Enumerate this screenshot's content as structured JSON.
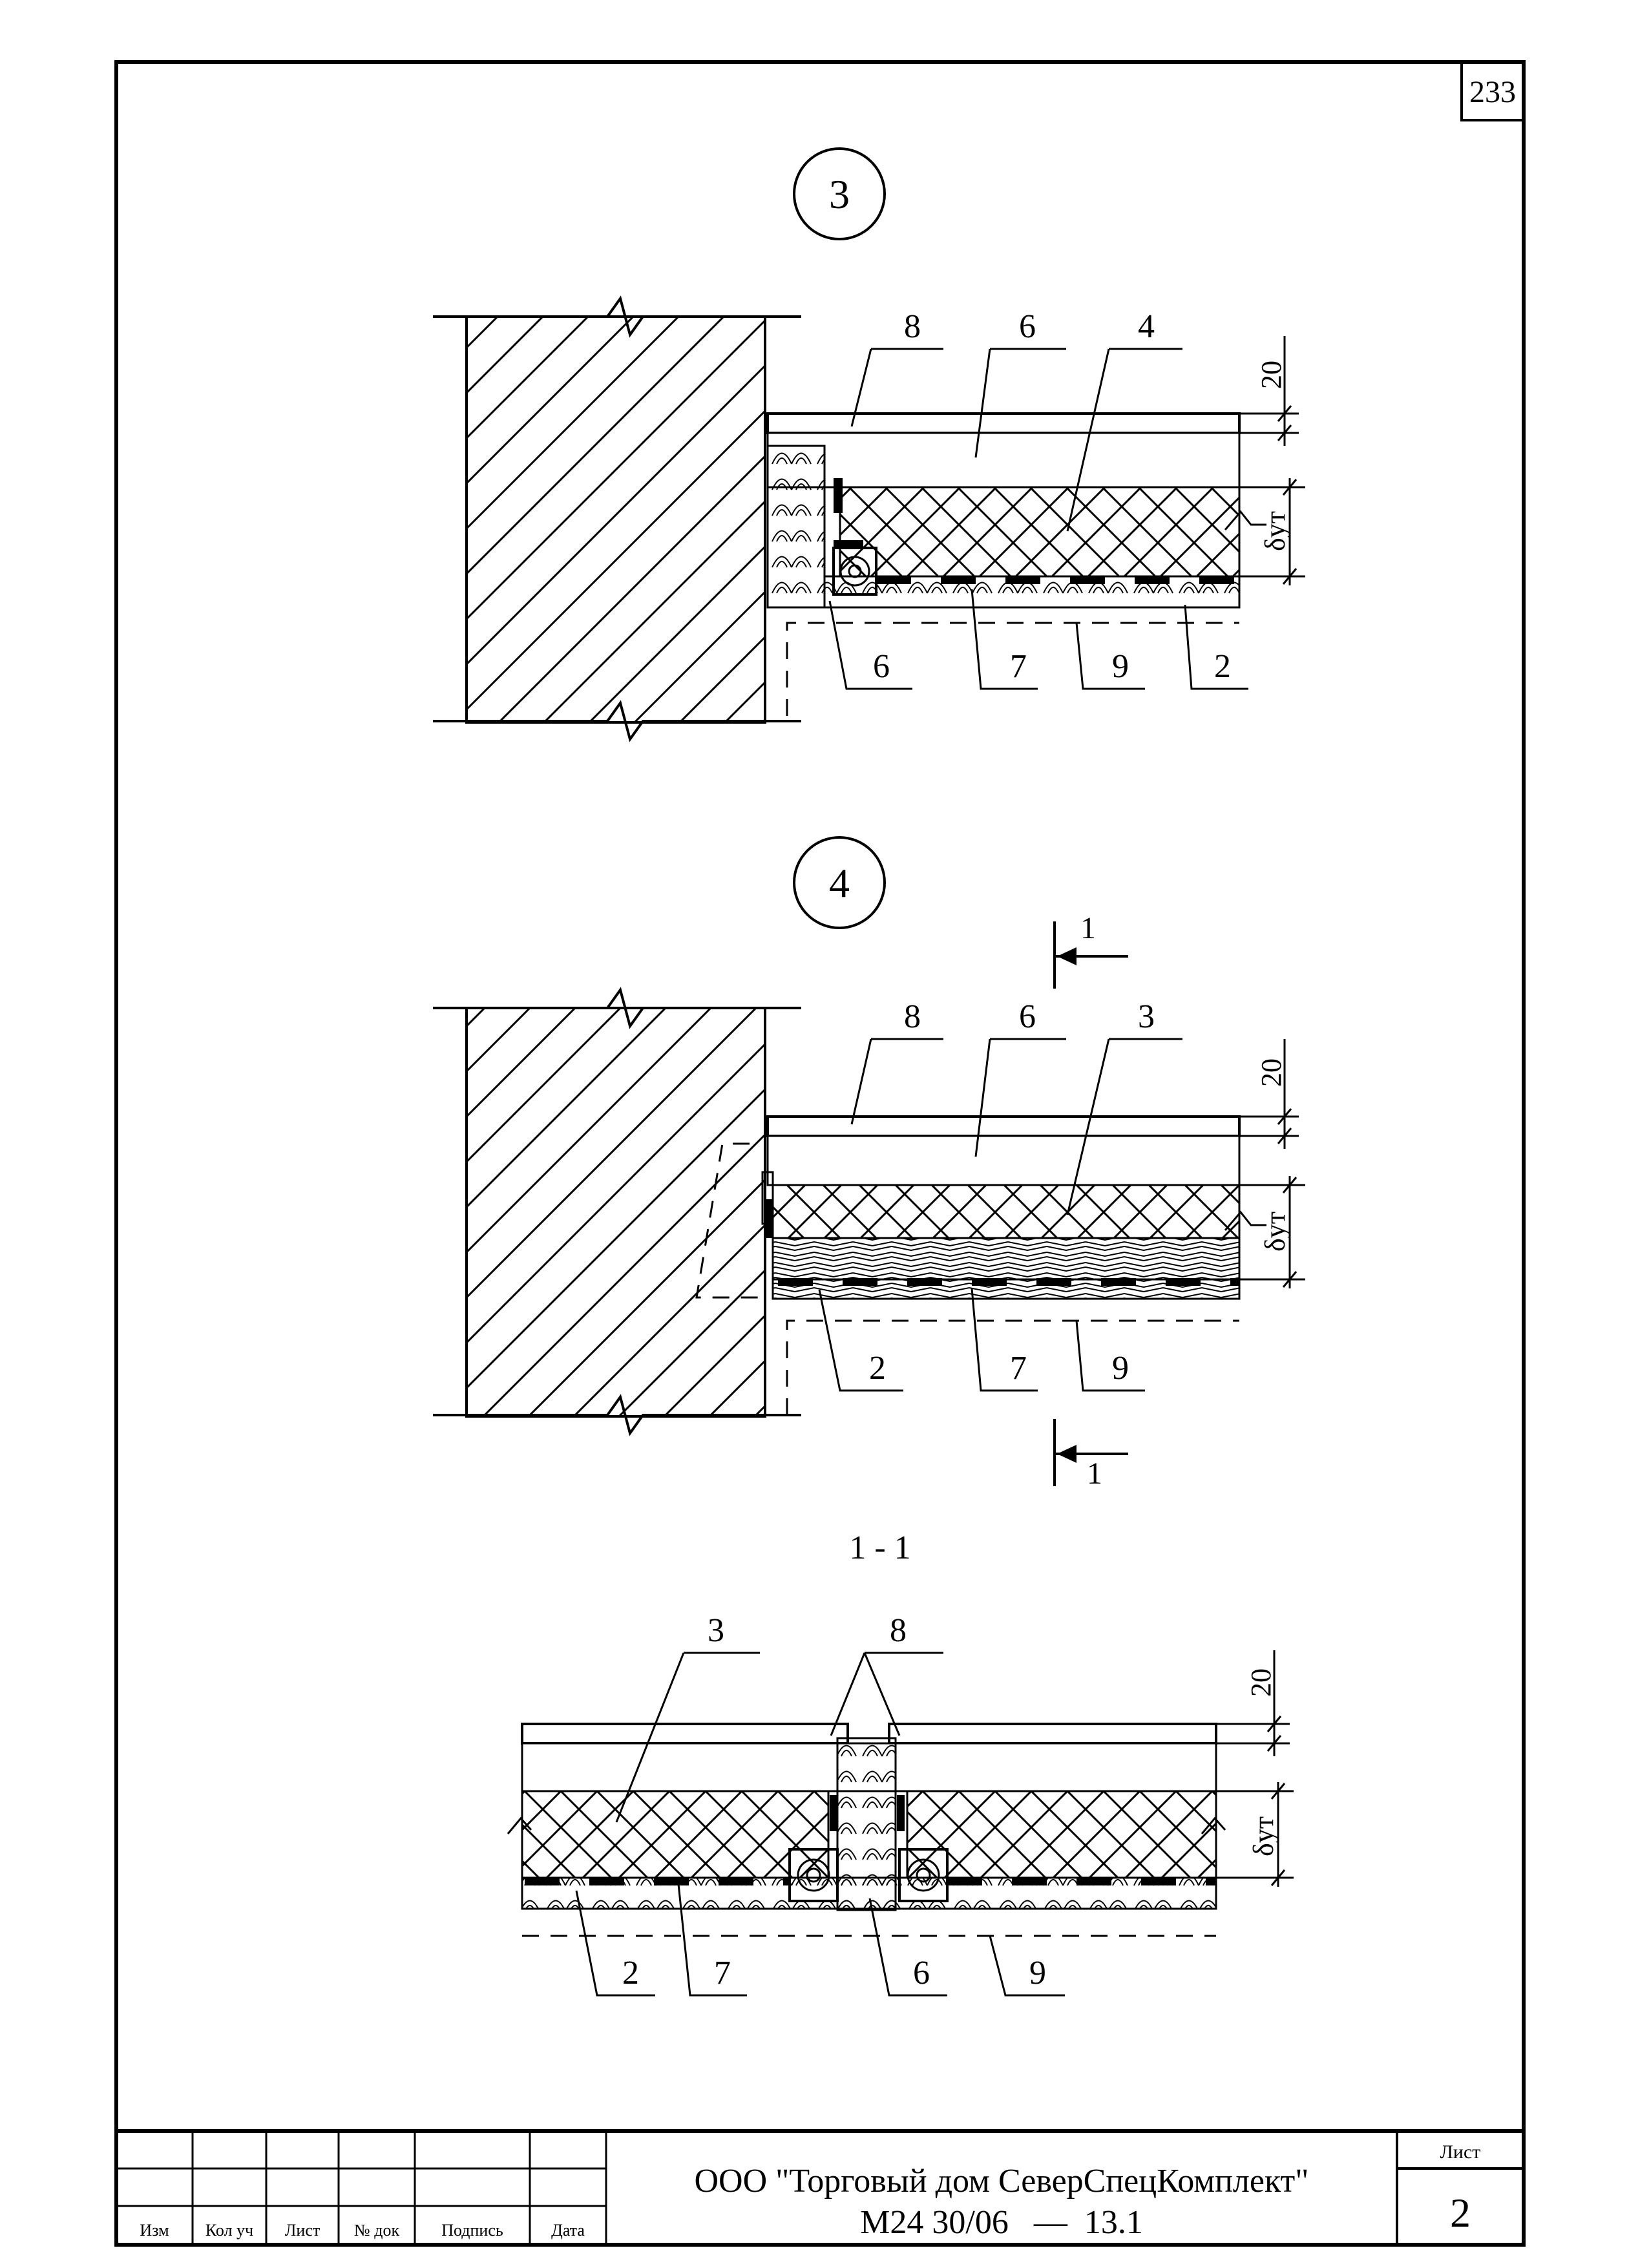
{
  "sheet": {
    "number": "233"
  },
  "details": [
    {
      "id": "3",
      "labels_top": [
        "8",
        "6",
        "4"
      ],
      "labels_bottom": [
        "6",
        "7",
        "9",
        "2"
      ],
      "dim_top": "20",
      "dim_side": "δут"
    },
    {
      "id": "4",
      "labels_top": [
        "8",
        "6",
        "3"
      ],
      "labels_bottom": [
        "2",
        "7",
        "9"
      ],
      "dim_top": "20",
      "dim_side": "δут",
      "section_mark": "1"
    }
  ],
  "section": {
    "title": "1 - 1",
    "labels_top": [
      "3",
      "8"
    ],
    "labels_bottom": [
      "2",
      "7",
      "6",
      "9"
    ],
    "dim_top": "20",
    "dim_side": "δут"
  },
  "title_block": {
    "columns": [
      "Изм",
      "Кол уч",
      "Лист",
      "№ док",
      "Подпись",
      "Дата"
    ],
    "organization": "ООО \"Торговый дом СеверСпецКомплект\"",
    "document_code": "М24 30/06   —  13.1",
    "sheet_label": "Лист",
    "sheet_value": "2"
  }
}
